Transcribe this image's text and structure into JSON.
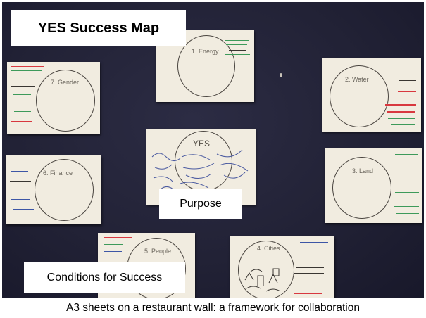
{
  "title": "YES Success Map",
  "labels": {
    "purpose": "Purpose",
    "conditions": "Conditions for Success"
  },
  "caption": "A3 sheets on a restaurant wall: a framework for collaboration",
  "sheets": {
    "energy": "1. Energy",
    "water": "2. Water",
    "land": "3. Land",
    "cities": "4. Cities",
    "people": "5. People",
    "finance": "6. Finance",
    "gender": "7. Gender",
    "center": "YES"
  },
  "colors": {
    "wall": "#222236",
    "paper": "#f1ece0",
    "note_green": "#3d9a5a",
    "note_red": "#d8383f",
    "note_blue": "#3d56a6"
  }
}
